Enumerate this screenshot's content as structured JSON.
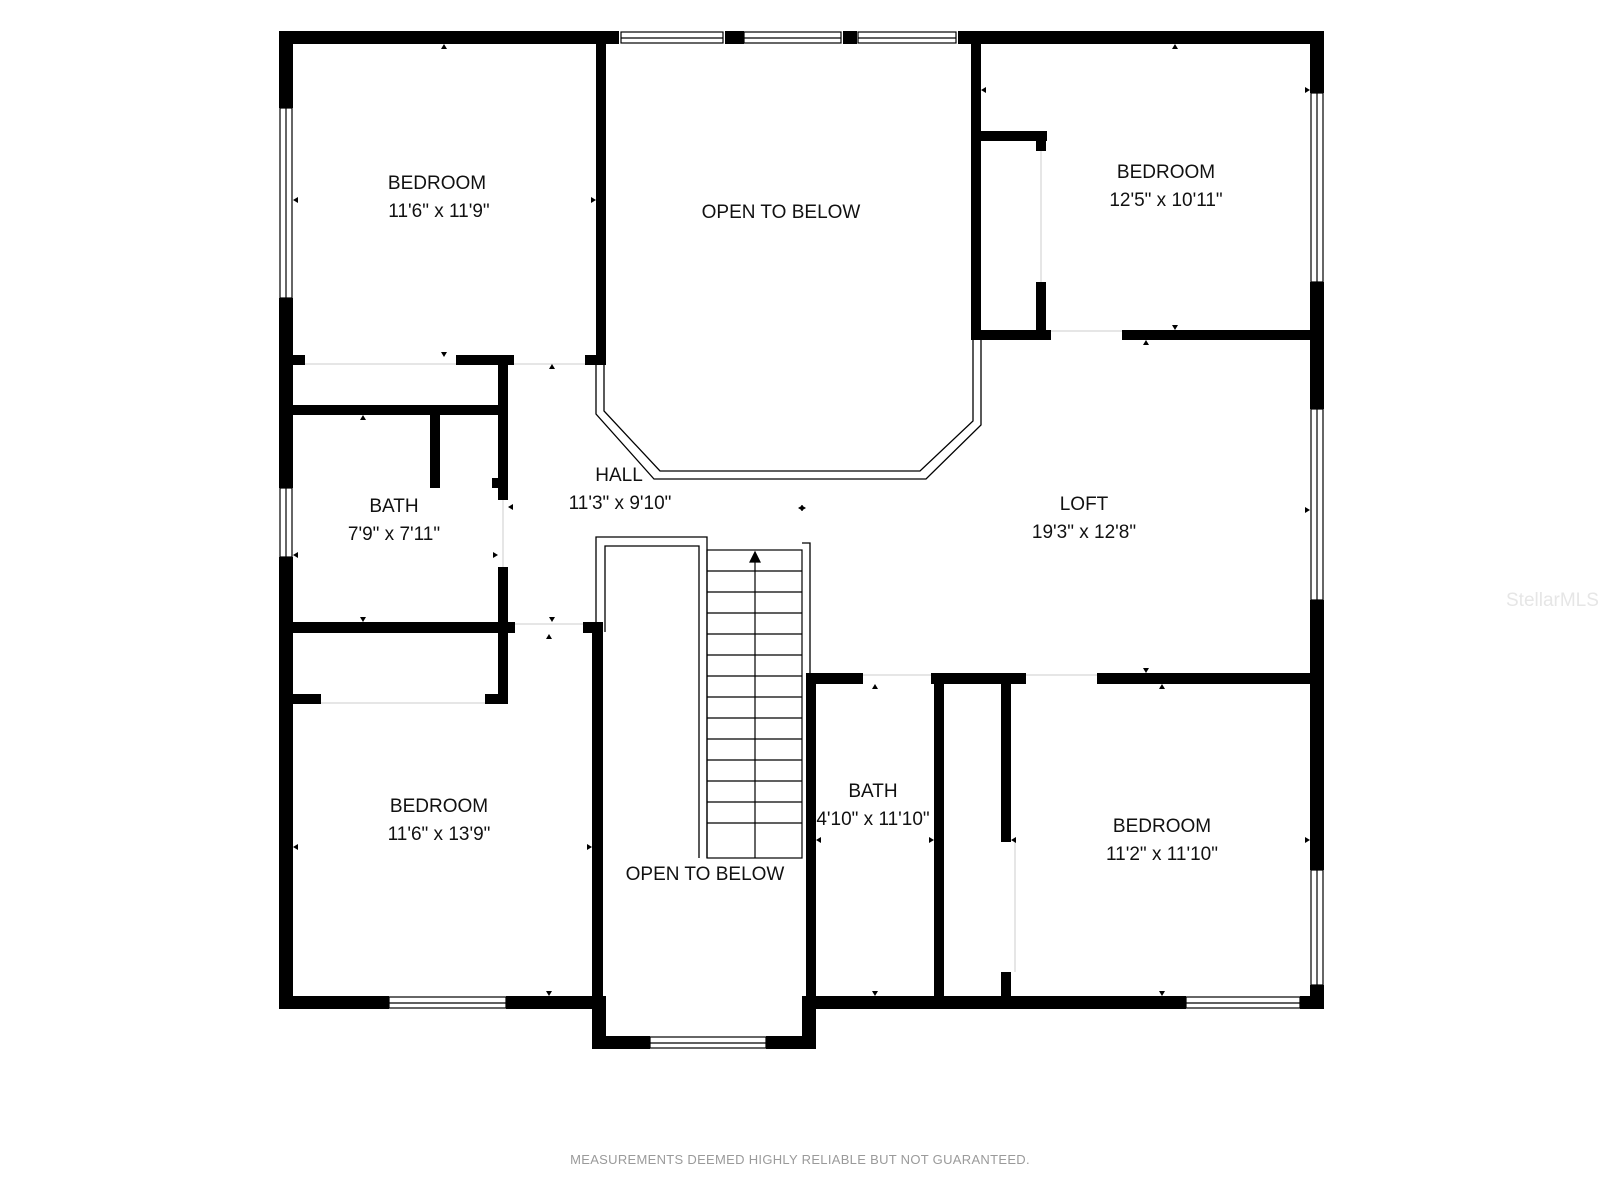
{
  "floor_plan": {
    "rooms": [
      {
        "id": "bedroom-nw",
        "name": "BEDROOM",
        "dimensions": "11'6\" x 11'9\""
      },
      {
        "id": "open-to-below-top",
        "name": "OPEN TO BELOW",
        "dimensions": ""
      },
      {
        "id": "bedroom-ne",
        "name": "BEDROOM",
        "dimensions": "12'5\" x 10'11\""
      },
      {
        "id": "hall",
        "name": "HALL",
        "dimensions": "11'3\" x 9'10\""
      },
      {
        "id": "bath-w",
        "name": "BATH",
        "dimensions": "7'9\" x 7'11\""
      },
      {
        "id": "loft",
        "name": "LOFT",
        "dimensions": "19'3\" x 12'8\""
      },
      {
        "id": "bedroom-sw",
        "name": "BEDROOM",
        "dimensions": "11'6\" x 13'9\""
      },
      {
        "id": "open-to-below-stair",
        "name": "OPEN TO BELOW",
        "dimensions": ""
      },
      {
        "id": "bath-s",
        "name": "BATH",
        "dimensions": "4'10\" x 11'10\""
      },
      {
        "id": "bedroom-se",
        "name": "BEDROOM",
        "dimensions": "11'2\" x 11'10\""
      }
    ],
    "disclaimer": "MEASUREMENTS DEEMED HIGHLY RELIABLE BUT NOT GUARANTEED.",
    "watermark": "StellarMLS",
    "colors": {
      "wall": "#000000",
      "background": "#ffffff",
      "disclaimer": "#9a9a9a"
    }
  }
}
